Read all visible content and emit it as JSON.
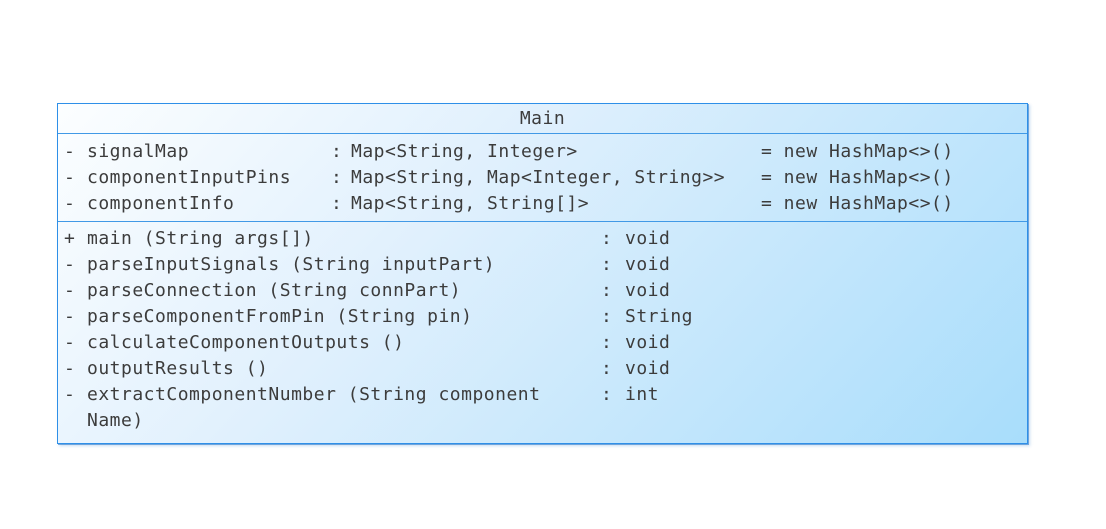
{
  "diagram": {
    "class_name": "Main",
    "punctuation": {
      "colon": ":",
      "equals": "="
    },
    "attributes": [
      {
        "visibility": "-",
        "name": "signalMap",
        "type": "Map<String, Integer>",
        "default_value": "new HashMap<>()"
      },
      {
        "visibility": "-",
        "name": "componentInputPins",
        "type": "Map<String, Map<Integer, String>>",
        "default_value": "new HashMap<>()"
      },
      {
        "visibility": "-",
        "name": "componentInfo",
        "type": "Map<String, String[]>",
        "default_value": "new HashMap<>()"
      }
    ],
    "methods": [
      {
        "visibility": "+",
        "signature": "main (String args[])",
        "return_type": "void"
      },
      {
        "visibility": "-",
        "signature": "parseInputSignals (String inputPart)",
        "return_type": "void"
      },
      {
        "visibility": "-",
        "signature": "parseConnection (String connPart)",
        "return_type": "void"
      },
      {
        "visibility": "-",
        "signature": "parseComponentFromPin (String pin)",
        "return_type": "String"
      },
      {
        "visibility": "-",
        "signature": "calculateComponentOutputs ()",
        "return_type": "void"
      },
      {
        "visibility": "-",
        "signature": "outputResults ()",
        "return_type": "void"
      },
      {
        "visibility": "-",
        "signature": "extractComponentNumber (String component\nName)",
        "return_type": "int"
      }
    ],
    "colors": {
      "border": "#2e8fe8",
      "divider": "#4199e6",
      "fill_light": "#fcfeff",
      "fill_dark": "#a8ddfb",
      "text": "#3c3c3c",
      "page_background": "#ffffff"
    }
  }
}
